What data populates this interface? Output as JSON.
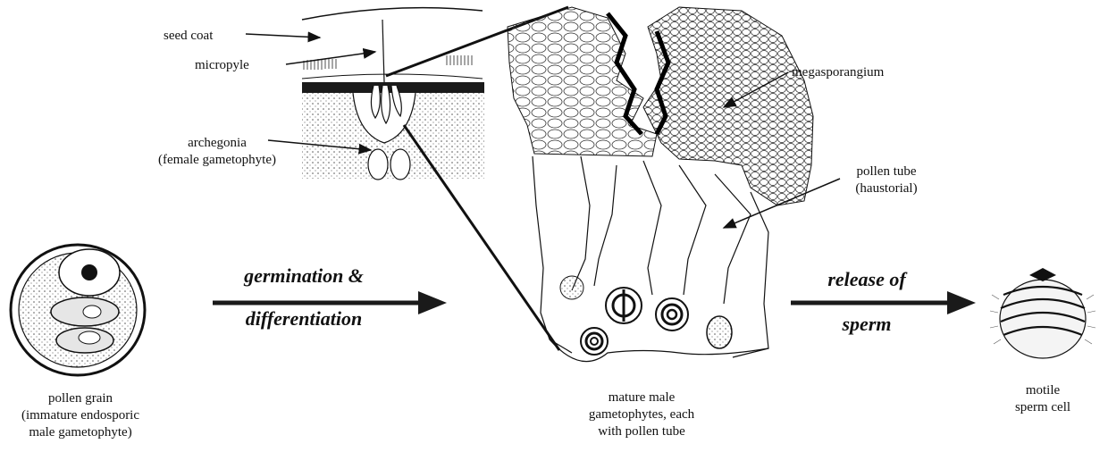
{
  "labels": {
    "seed_coat": "seed coat",
    "micropyle": "micropyle",
    "archegonia_1": "archegonia",
    "archegonia_2": "(female gametophyte)",
    "megasporangium": "megasporangium",
    "pollen_tube_1": "pollen tube",
    "pollen_tube_2": "(haustorial)"
  },
  "arrows": {
    "germination_1": "germination &",
    "germination_2": "differentiation",
    "release_1": "release of",
    "release_2": "sperm"
  },
  "captions": {
    "pollen_1": "pollen grain",
    "pollen_2": "(immature endosporic",
    "pollen_3": "male gametophyte)",
    "mature_1": "mature male",
    "mature_2": "gametophytes, each",
    "mature_3": "with pollen tube",
    "sperm_1": "motile",
    "sperm_2": "sperm cell"
  }
}
